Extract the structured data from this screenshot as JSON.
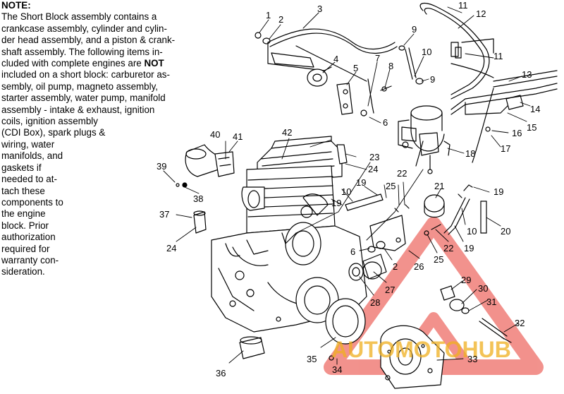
{
  "note": {
    "heading": "NOTE:",
    "lines": [
      "The Short Block assembly contains a",
      "crankcase assembly, cylinder and cylin-",
      "der head assembly, and a piston & crank-",
      "shaft assembly.  The following items in-"
    ],
    "line5_pre": "cluded with complete engines are ",
    "line5_bold": "NOT",
    "lines_after": [
      "included on a short block:  carburetor as-",
      "sembly, oil pump, magneto assembly,",
      "starter assembly, water pump, manifold",
      "assembly - intake & exhaust, ignition",
      "coils, ignition assembly",
      "(CDI Box), spark plugs &",
      "wiring, water",
      "manifolds, and",
      "gaskets if",
      "needed to at-",
      "tach these",
      "components to",
      "the engine",
      "block.  Prior",
      "authorization",
      "required for",
      "warranty con-",
      "sideration."
    ]
  },
  "callouts": [
    "1",
    "2",
    "3",
    "4",
    "5",
    "6",
    "7",
    "8",
    "9",
    "9",
    "10",
    "11",
    "11",
    "12",
    "13",
    "14",
    "15",
    "16",
    "17",
    "18",
    "19",
    "19",
    "19",
    "20",
    "21",
    "22",
    "22",
    "23",
    "24",
    "24",
    "25",
    "25",
    "26",
    "27",
    "28",
    "29",
    "30",
    "31",
    "32",
    "33",
    "34",
    "35",
    "36",
    "37",
    "38",
    "39",
    "40",
    "41",
    "42",
    "10",
    "10",
    "6",
    "2",
    "19"
  ],
  "watermark": {
    "text": "AUTOMOTOHUB",
    "colors": {
      "triangle": "#e8392f",
      "text_dark": "#333333",
      "text_accent": "#f0b020"
    }
  }
}
